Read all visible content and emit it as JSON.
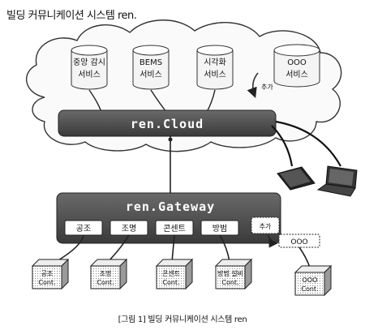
{
  "title": "빌딩 커뮤니케이션 시스템 ren.",
  "caption": "[그림 1] 빌딩 커뮤니케이션 시스템 ren",
  "cloud": {
    "label": "ren.Cloud",
    "services": [
      [
        "중앙 감시",
        "서비스"
      ],
      [
        "BEMS",
        "서비스"
      ],
      [
        "시각화",
        "서비스"
      ],
      [
        "OOO",
        "서비스"
      ]
    ],
    "add_label": "추가"
  },
  "gateway": {
    "label": "ren.Gateway",
    "modules": [
      "공조",
      "조명",
      "콘센트",
      "방범"
    ],
    "add_label": "추가",
    "extra_module": "OOO"
  },
  "controllers": [
    [
      "공조",
      "Cont."
    ],
    [
      "조명",
      "Cont."
    ],
    [
      "콘센트",
      "Cont."
    ],
    [
      "방범 설비",
      "Cont."
    ],
    [
      "OOO",
      "Cont."
    ]
  ],
  "colors": {
    "bar": "#4a4a4a",
    "bar_text": "#ffffff",
    "cylinder_fill": "#f4f4f4",
    "cube_fill": "#d8d8d8"
  }
}
